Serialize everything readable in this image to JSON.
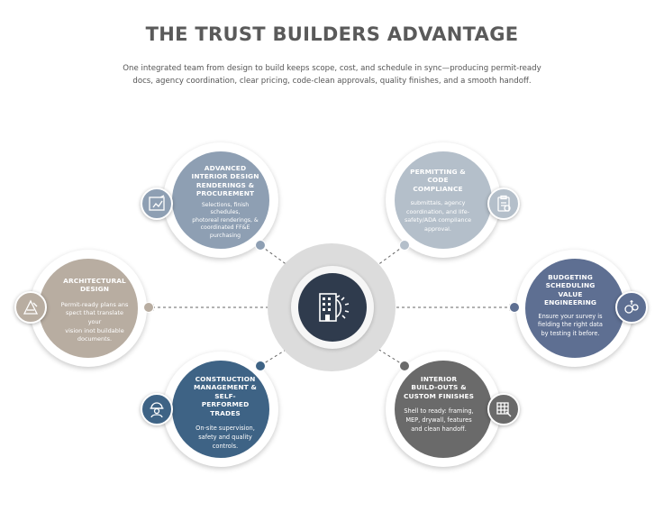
{
  "header": {
    "title": "THE TRUST BUILDERS ADVANTAGE",
    "subtitle_line1": "One integrated team from design to build keeps scope, cost, and schedule in sync—producing permit-ready",
    "subtitle_line2": "docs, agency coordination, clear pricing, code-clean approvals, quality finishes, and a smooth handoff."
  },
  "hub": {
    "icon": "building-gear-icon",
    "color": "#2f3b4d"
  },
  "nodes": {
    "interior_design": {
      "heading": [
        "ADVANCED",
        "INTERIOR DESIGN",
        "RENDERINGS &",
        "PROCUREMENT"
      ],
      "body": [
        "Selections, finish schedules,",
        "photoreal renderings, &",
        "coordinated FF&E",
        "purchasing"
      ],
      "icon": "blueprint-icon",
      "color": "#8e9fb3"
    },
    "permitting": {
      "heading": [
        "PERMITTING  &",
        "CODE COMPLIANCE"
      ],
      "body": [
        "submittals, agency",
        "coordination, and life-",
        "safety/ADA compliance",
        "approval."
      ],
      "icon": "clipboard-check-icon",
      "color": "#b4bfca"
    },
    "architectural": {
      "heading": [
        "ARCHITECTURAL",
        "DESIGN"
      ],
      "body": [
        "Permit-ready plans ans",
        "spect that translate your",
        "vision inot buildable",
        "documents."
      ],
      "icon": "drafting-tools-icon",
      "color": "#b8ada1"
    },
    "budgeting": {
      "heading": [
        "BUDGETING",
        "SCHEDULING",
        "VALUE ENGINEERING"
      ],
      "body": [
        "Ensure your survey is",
        "fielding the right data",
        "by testing it before."
      ],
      "icon": "dollar-gears-icon",
      "color": "#5e6f92"
    },
    "construction": {
      "heading": [
        "CONSTRUCTION",
        "MANAGEMENT & SELF-",
        "PERFORMED TRADES"
      ],
      "body": [
        "On-site supervision,",
        "safety and quality",
        "controls."
      ],
      "icon": "worker-helmet-icon",
      "color": "#3e6385"
    },
    "buildouts": {
      "heading": [
        "INTERIOR",
        "BUILD-OUTS &",
        "CUSTOM FINISHES"
      ],
      "body": [
        "Shell to ready: framing,",
        "MEP, drywall, features",
        "and clean handoff."
      ],
      "icon": "tile-trowel-icon",
      "color": "#6a6a6a"
    }
  }
}
